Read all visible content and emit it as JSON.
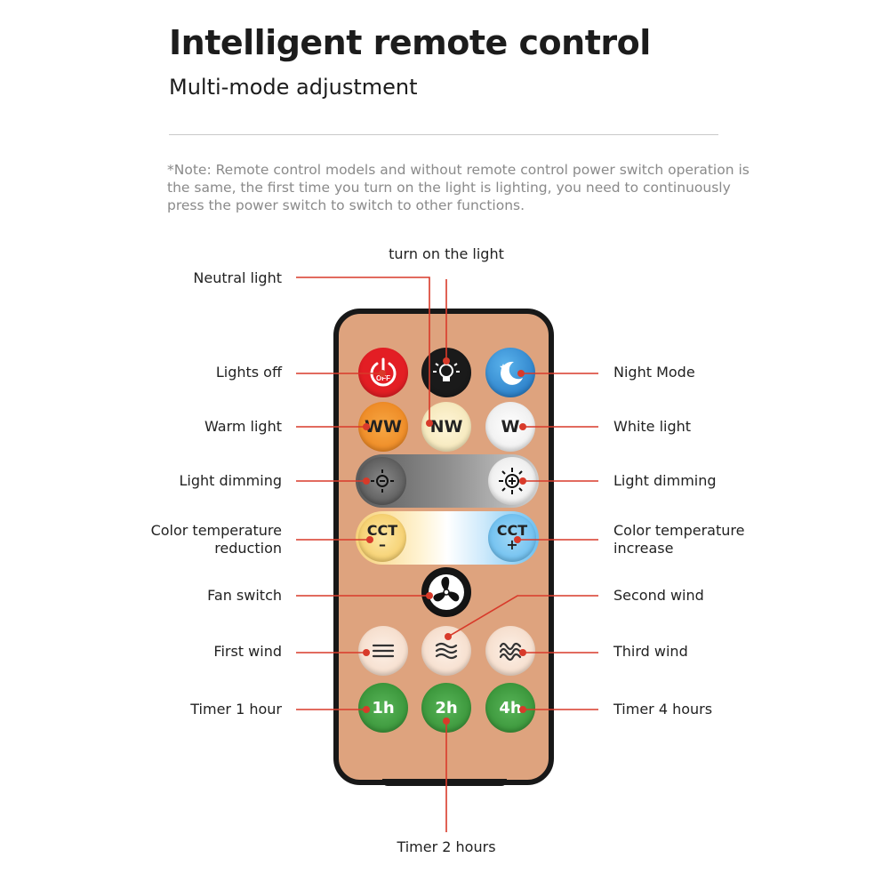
{
  "header": {
    "title": "Intelligent remote control",
    "subtitle": "Multi-mode adjustment",
    "note": "*Note: Remote control models and without remote control power switch operation is the same, the first time you turn on the light is lighting, you need to continuously press the power switch to switch to other functions."
  },
  "labels": {
    "turn_on": "turn on the light",
    "neutral": "Neutral light",
    "lights_off": "Lights off",
    "night_mode": "Night Mode",
    "warm": "Warm light",
    "white": "White light",
    "dim_left": "Light dimming",
    "dim_right": "Light dimming",
    "cct_minus_1": "Color temperature",
    "cct_minus_2": "reduction",
    "cct_plus_1": "Color temperature",
    "cct_plus_2": "increase",
    "fan": "Fan switch",
    "second_wind": "Second wind",
    "first_wind": "First wind",
    "third_wind": "Third wind",
    "timer1": "Timer 1 hour",
    "timer4": "Timer 4 hours",
    "timer2": "Timer 2 hours"
  },
  "buttons": {
    "off": "OFF",
    "ww": "WW",
    "nw": "NW",
    "w": "W",
    "cct": "CCT",
    "minus": "–",
    "plus": "+",
    "t1": "1h",
    "t2": "2h",
    "t4": "4h"
  },
  "colors": {
    "remote_body": "#dea37e",
    "leader_line": "#d83a2a",
    "power_red": "#e31e24",
    "night_blue": "#2a8fd8",
    "timer_green": "#3c9a3c"
  }
}
